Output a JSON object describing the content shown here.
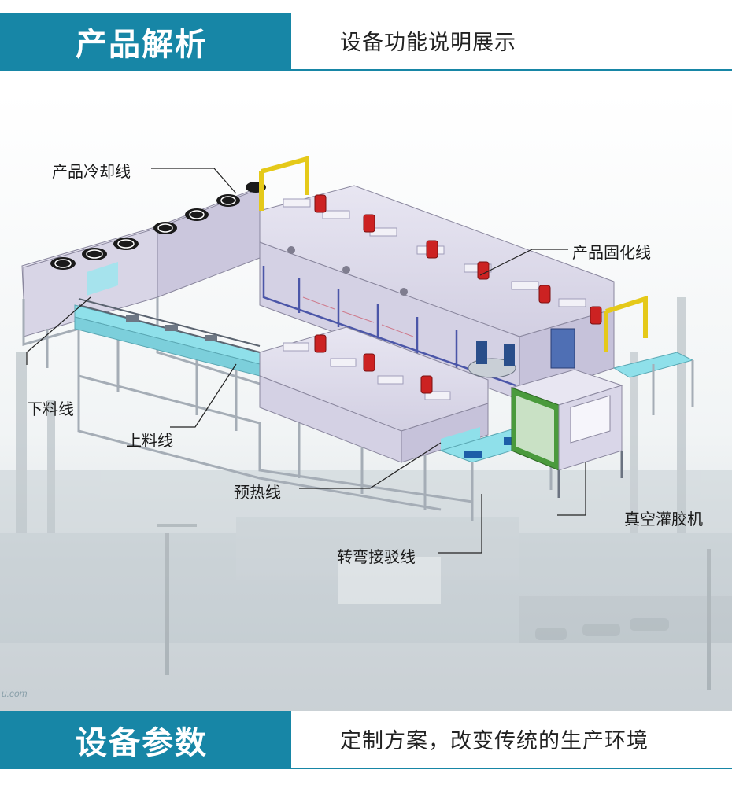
{
  "top_header": {
    "title": "产品解析",
    "subtitle": "设备功能说明展示"
  },
  "bottom_header": {
    "title": "设备参数",
    "subtitle": "定制方案，改变传统的生产环境"
  },
  "diagram": {
    "labels": {
      "cooling_line": "产品冷却线",
      "curing_line": "产品固化线",
      "unloading_line": "下料线",
      "loading_line": "上料线",
      "preheating_line": "预热线",
      "vacuum_potting_machine": "真空灌胶机",
      "turning_connection_line": "转弯接驳线"
    },
    "watermark": "u.com"
  },
  "colors": {
    "accent": "#1786a6",
    "machine_body": "#d9d6e8",
    "frame": "#b8bfc8",
    "conveyor": "#8fe0ea",
    "motor": "#cc2222",
    "guard": "#e5c919",
    "door": "#4a9a3c"
  }
}
